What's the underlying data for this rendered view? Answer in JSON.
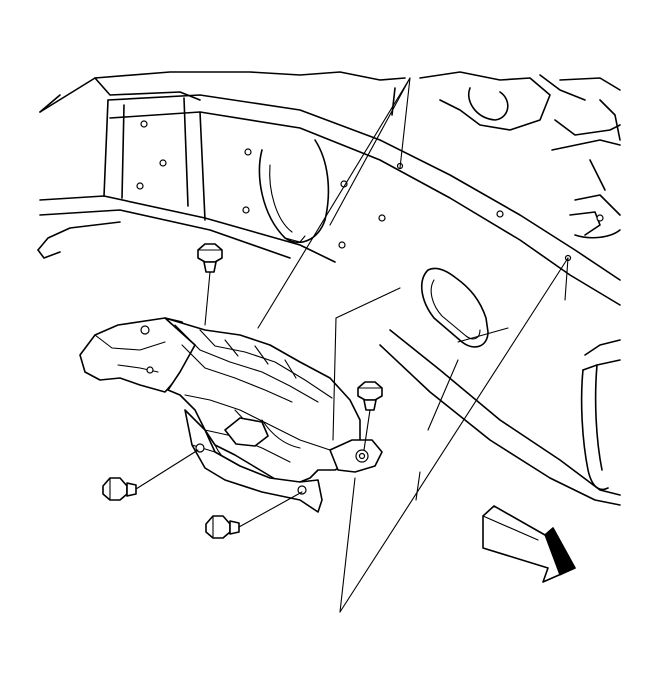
{
  "figure": {
    "background_color": "#ffffff",
    "line_color": "#000000",
    "components": [
      {
        "id": "frame-rail",
        "icon": "vehicle-frame-rail-illustration"
      },
      {
        "id": "crossmember-bracket",
        "icon": "stamped-bracket-illustration"
      },
      {
        "id": "fasteners",
        "icon": "bolt-icon",
        "count": 4
      },
      {
        "id": "direction-arrow",
        "icon": "front-of-vehicle-arrow-icon"
      }
    ]
  }
}
